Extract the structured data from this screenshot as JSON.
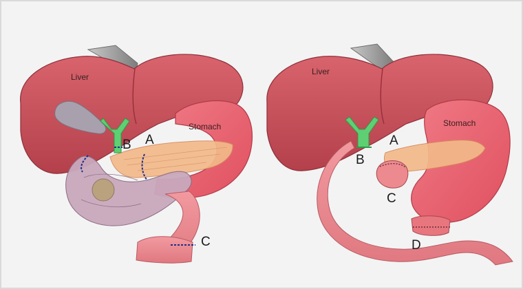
{
  "panels": {
    "before": {
      "liver": "Liver",
      "stomach": "Stomach",
      "point_a": "A",
      "point_b": "B",
      "point_c": "C"
    },
    "after": {
      "liver": "Liver",
      "stomach": "Stomach",
      "point_a": "A",
      "point_b": "B",
      "point_c": "C",
      "point_d": "D"
    }
  },
  "colors": {
    "background": "#f3f3f3",
    "border": "#d9d9d9",
    "liver": "#c9525c",
    "stomach": "#ea6473",
    "bowel": "#ec8a90",
    "pancreas": "#f3b98a",
    "bile_duct": "#5fcf73",
    "gallbladder": "#a8a1ad",
    "duodenum": "#c9a9bd",
    "resection_line": "#1b2e8a",
    "retractor": "#9a9a9a"
  }
}
